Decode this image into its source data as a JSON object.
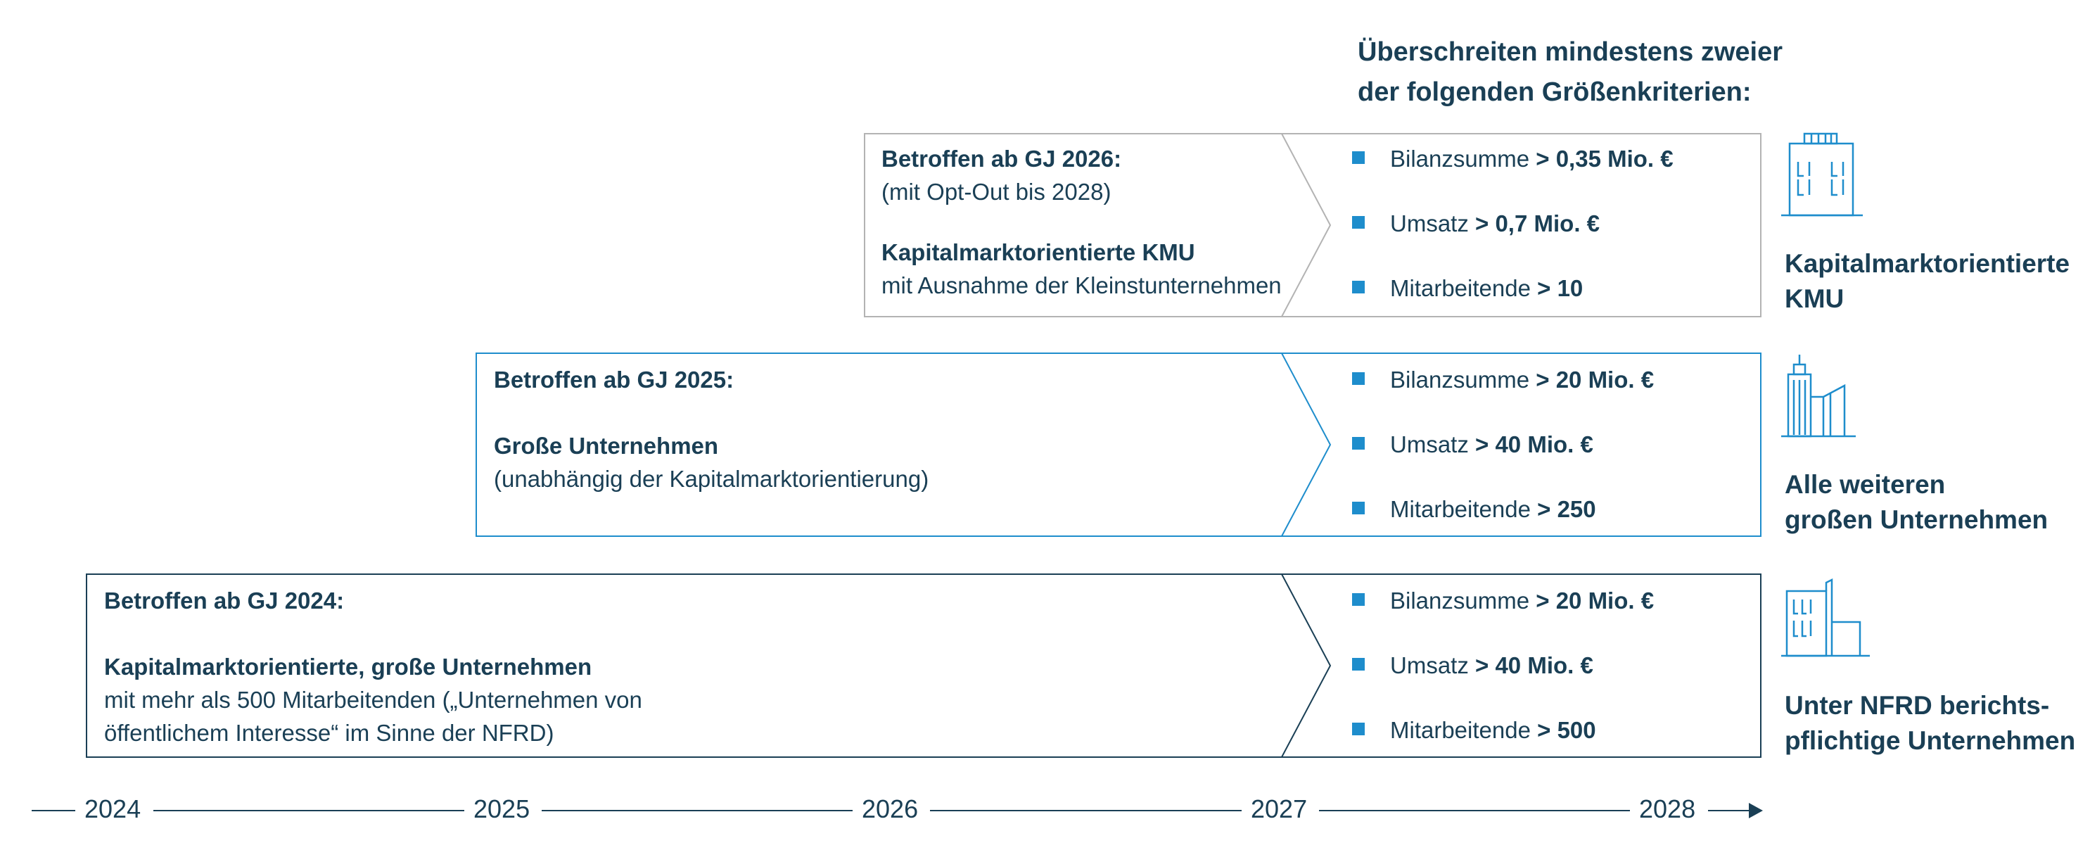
{
  "header": {
    "line1": "Überschreiten mindestens zweier",
    "line2": "der folgenden Größenkriterien:"
  },
  "rows": [
    {
      "left": {
        "title": "Betroffen ab GJ 2026:",
        "subtitle": "(mit Opt-Out bis 2028)",
        "group_bold": "Kapitalmarktorientierte KMU",
        "group_text": "mit Ausnahme der Kleinstunternehmen"
      },
      "criteria": [
        {
          "label": "Bilanzsumme",
          "value": "> 0,35 Mio. €"
        },
        {
          "label": "Umsatz",
          "value": "> 0,7 Mio. €"
        },
        {
          "label": "Mitarbeitende",
          "value": "> 10"
        }
      ],
      "right_label": {
        "line1": "Kapitalmarktorientierte",
        "line2": "KMU"
      },
      "icon": "small-building-icon",
      "border_color": "#b3b3b3"
    },
    {
      "left": {
        "title": "Betroffen ab GJ 2025:",
        "group_bold": "Große Unternehmen",
        "group_text": "(unabhängig der Kapitalmarktorientierung)"
      },
      "criteria": [
        {
          "label": "Bilanzsumme",
          "value": "> 20 Mio. €"
        },
        {
          "label": "Umsatz",
          "value": "> 40 Mio. €"
        },
        {
          "label": "Mitarbeitende",
          "value": "> 250"
        }
      ],
      "right_label": {
        "line1": "Alle weiteren",
        "line2": "großen Unternehmen"
      },
      "icon": "skyscraper-icon",
      "border_color": "#1e8dcc"
    },
    {
      "left": {
        "title": "Betroffen ab GJ 2024:",
        "group_bold": "Kapitalmarktorientierte, große Unternehmen",
        "group_text_1": "mit mehr als 500 Mitarbeitenden („Unternehmen von",
        "group_text_2": "öffentlichem Interesse“ im Sinne der NFRD)"
      },
      "criteria": [
        {
          "label": "Bilanzsumme",
          "value": "> 20 Mio. €"
        },
        {
          "label": "Umsatz",
          "value": "> 40 Mio. €"
        },
        {
          "label": "Mitarbeitende",
          "value": "> 500"
        }
      ],
      "right_label": {
        "line1": "Unter NFRD berichts-",
        "line2": "pflichtige Unternehmen"
      },
      "icon": "office-complex-icon",
      "border_color": "#1a3f55"
    }
  ],
  "timeline": {
    "years": [
      "2024",
      "2025",
      "2026",
      "2027",
      "2028"
    ],
    "arrow_icon": "arrow-right-icon"
  },
  "colors": {
    "navy": "#1a3f55",
    "blue": "#1e8dcc",
    "grey": "#b3b3b3"
  }
}
